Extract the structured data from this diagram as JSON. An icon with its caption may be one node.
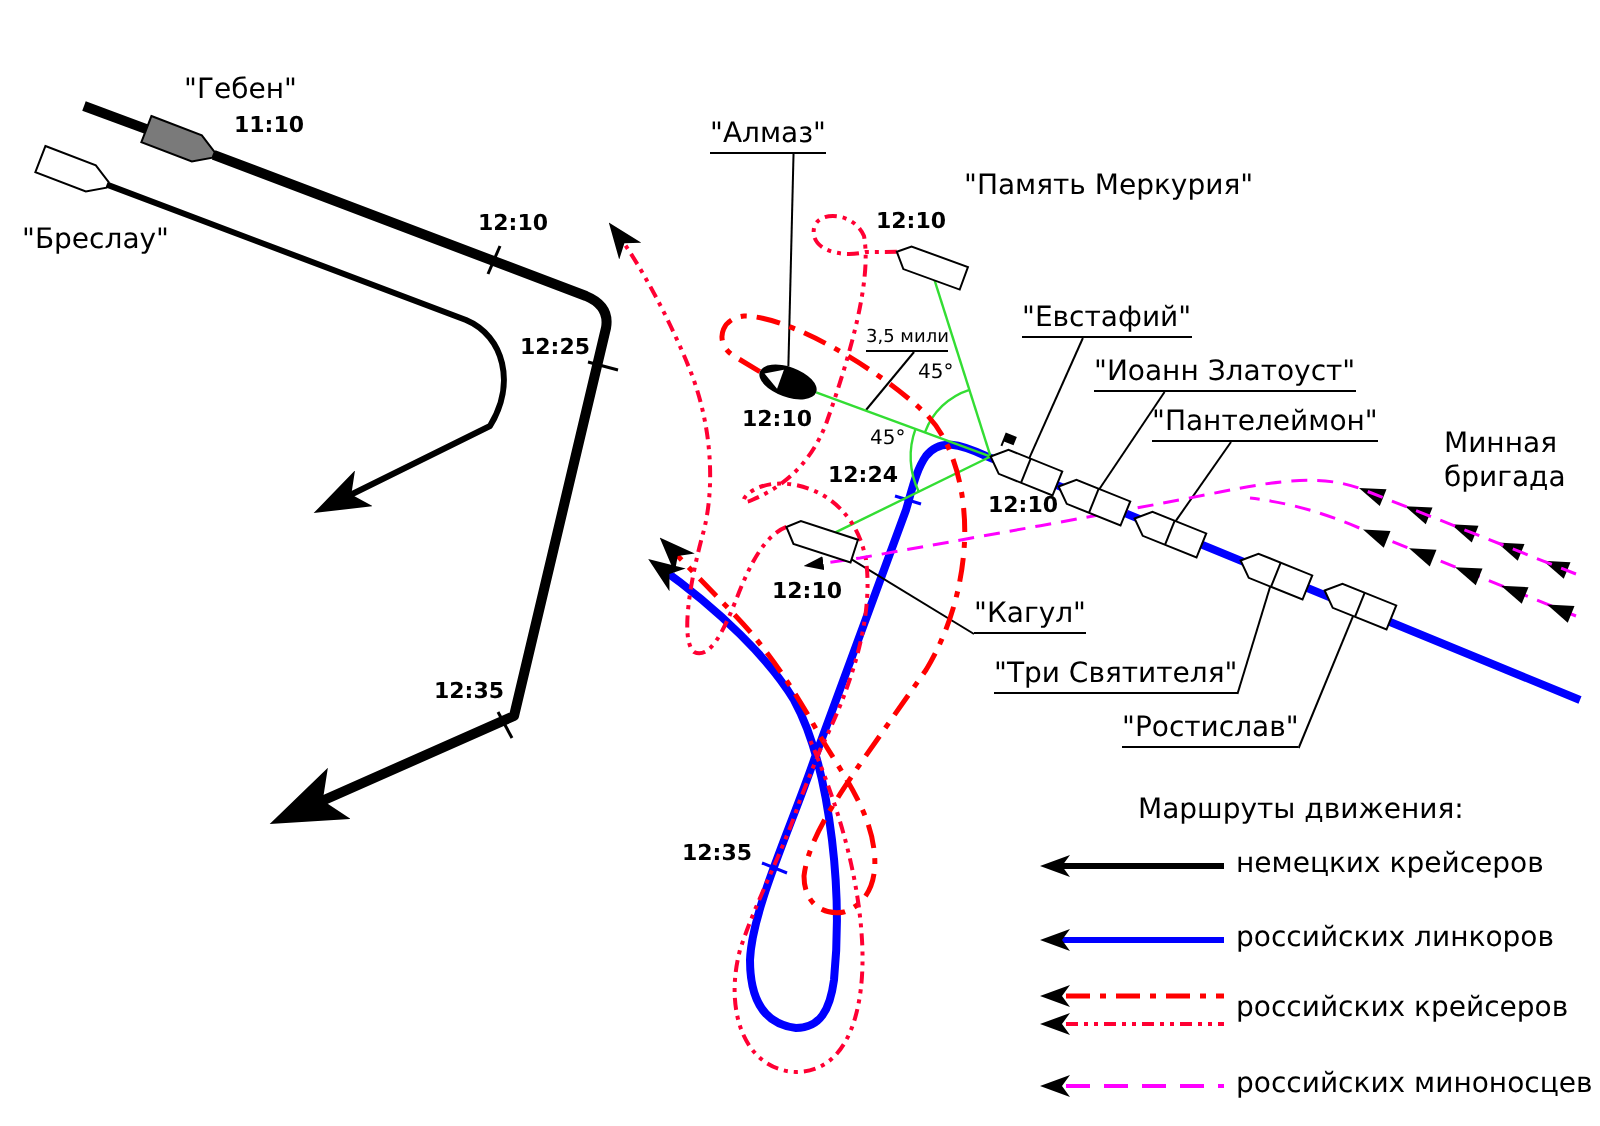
{
  "diagram": {
    "nodes": [
      {
        "text": [],
        "shape": "ship",
        "beside": [
          "\"Гебен\"",
          "11:10"
        ]
      },
      {
        "text": [
          "\"Алмаз\""
        ]
      },
      {
        "text": [],
        "shape": "ship",
        "beside": [
          "\"Бреслау\""
        ]
      },
      {
        "text": [],
        "shape": "ship",
        "beside": [
          "\"Память Меркурия\"",
          "12:10"
        ]
      },
      {
        "text": [
          "\"Евстафий\""
        ]
      },
      {
        "text": [
          "3,5 мили"
        ]
      },
      {
        "text": [
          "\"Иоанн Златоуст\""
        ]
      },
      {
        "text": [],
        "shape": "ship",
        "beside": [
          "12:10"
        ]
      },
      {
        "text": [
          "\"Пантелеймон\""
        ]
      },
      {
        "text": [],
        "shape": "ship",
        "beside": [
          "12:10"
        ]
      },
      {
        "text": [],
        "shape": "ship"
      },
      {
        "text": [],
        "shape": "ship",
        "beside": [
          "12:10"
        ]
      },
      {
        "text": [],
        "shape": "ship"
      },
      {
        "text": [],
        "shape": "ship"
      },
      {
        "text": [],
        "shape": "ship"
      },
      {
        "text": [
          "\"Кагул\""
        ]
      },
      {
        "text": [
          "\"Три Святителя\""
        ]
      },
      {
        "text": [
          "\"Ростислав\""
        ]
      }
    ],
    "edges": [
      {
        "from": 1,
        "to": 7,
        "arrow": "none"
      },
      {
        "from": 4,
        "to": 9,
        "arrow": "none"
      },
      {
        "from": 5,
        "to": null,
        "arrow": "none"
      },
      {
        "from": 6,
        "to": 10,
        "arrow": "none"
      },
      {
        "from": 8,
        "to": 12,
        "arrow": "none"
      },
      {
        "from": 15,
        "to": 11,
        "arrow": "none"
      },
      {
        "from": 16,
        "to": 13,
        "arrow": "none"
      },
      {
        "from": 17,
        "to": 14,
        "arrow": "none"
      },
      {
        "from": 9,
        "to": 3,
        "arrow": "none",
        "color": "#33dd33"
      },
      {
        "from": 9,
        "to": 7,
        "arrow": "none",
        "color": "#33dd33"
      },
      {
        "from": 9,
        "to": 11,
        "arrow": "none",
        "color": "#33dd33"
      },
      {
        "from": null,
        "to": 0,
        "arrow": "none",
        "style": "thick"
      },
      {
        "from": 0,
        "to": null,
        "arrow": "to",
        "style": "thick"
      },
      {
        "from": 2,
        "to": null,
        "arrow": "to",
        "style": "thick"
      },
      {
        "from": 7,
        "to": null,
        "arrow": "to",
        "style": "dashed",
        "color": "#ff0000"
      },
      {
        "from": 3,
        "to": null,
        "arrow": "none",
        "style": "dashed",
        "color": "#ff0033"
      },
      {
        "from": 11,
        "to": null,
        "arrow": "to",
        "style": "dashed",
        "color": "#ff0033"
      },
      {
        "from": null,
        "to": 11,
        "arrow": "to",
        "style": "dashed",
        "color": "#ff00ff"
      }
    ],
    "labels": [
      "12:10",
      "12:25",
      "45°",
      "Минная бригада",
      "45°",
      "12:24",
      "12:35",
      "Маршруты движения:",
      "12:35"
    ],
    "legend": [
      {
        "text": "немецких крейсеров"
      },
      {
        "text": "российских линкоров"
      },
      {
        "text": "российских крейсеров"
      },
      {
        "text": "российских миноносцев"
      }
    ]
  }
}
